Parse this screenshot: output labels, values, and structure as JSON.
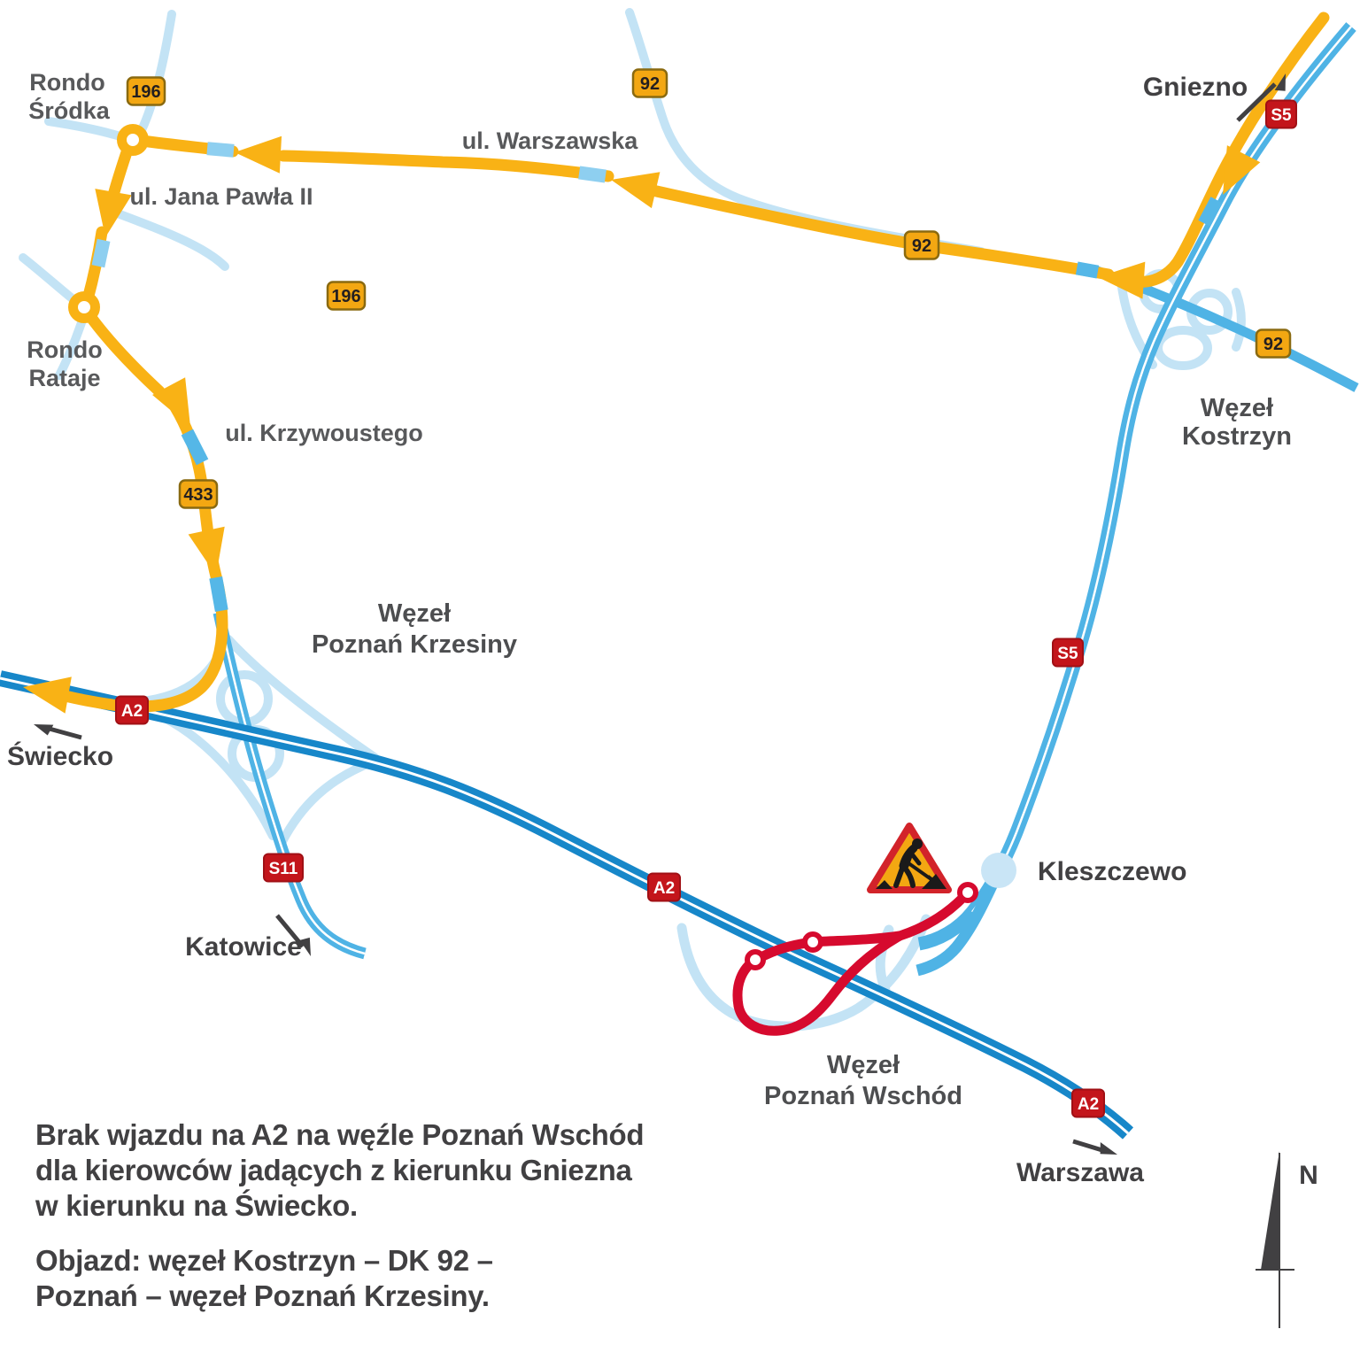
{
  "labels": {
    "rondo_srodka_1": "Rondo",
    "rondo_srodka_2": "Śródka",
    "rondo_rataje_1": "Rondo",
    "rondo_rataje_2": "Rataje",
    "ul_warszawska": "ul. Warszawska",
    "ul_jana_pawla": "ul. Jana Pawła II",
    "ul_krzywoustego": "ul. Krzywoustego",
    "wezel_kostrzyn_1": "Węzeł",
    "wezel_kostrzyn_2": "Kostrzyn",
    "wezel_krzesiny_1": "Węzeł",
    "wezel_krzesiny_2": "Poznań Krzesiny",
    "wezel_wschod_1": "Węzeł",
    "wezel_wschod_2": "Poznań Wschód",
    "gniezno": "Gniezno",
    "swiecko": "Świecko",
    "katowice": "Katowice",
    "warszawa": "Warszawa",
    "kleszczewo": "Kleszczewo",
    "north": "N"
  },
  "shields": {
    "s5_top": "S5",
    "s5_mid": "S5",
    "s11": "S11",
    "a2_west": "A2",
    "a2_mid": "A2",
    "a2_east": "A2",
    "dk92_top": "92",
    "dk92_mid": "92",
    "dk92_east": "92",
    "dk196_top": "196",
    "dk196_mid": "196",
    "dk433": "433"
  },
  "notice": {
    "p1_line1": "Brak wjazdu na A2 na węźle Poznań Wschód",
    "p1_line2": "dla kierowców jadących z kierunku Gniezna",
    "p1_line3": "w kierunku na Świecko.",
    "p2_line1": "Objazd: węzeł Kostrzyn – DK 92 –",
    "p2_line2": "Poznań – węzeł Poznań Krzesiny."
  },
  "colors": {
    "motorway_blue": "#1787C9",
    "expressway_blue": "#4FB3E5",
    "ramp_blue": "#C3E3F5",
    "detour_yellow": "#F9B215",
    "closed_red": "#D60A2E",
    "shield_red": "#C3151B",
    "shield_yellow": "#F3A712",
    "label_gray": "#58595B",
    "text_dark": "#414042"
  }
}
